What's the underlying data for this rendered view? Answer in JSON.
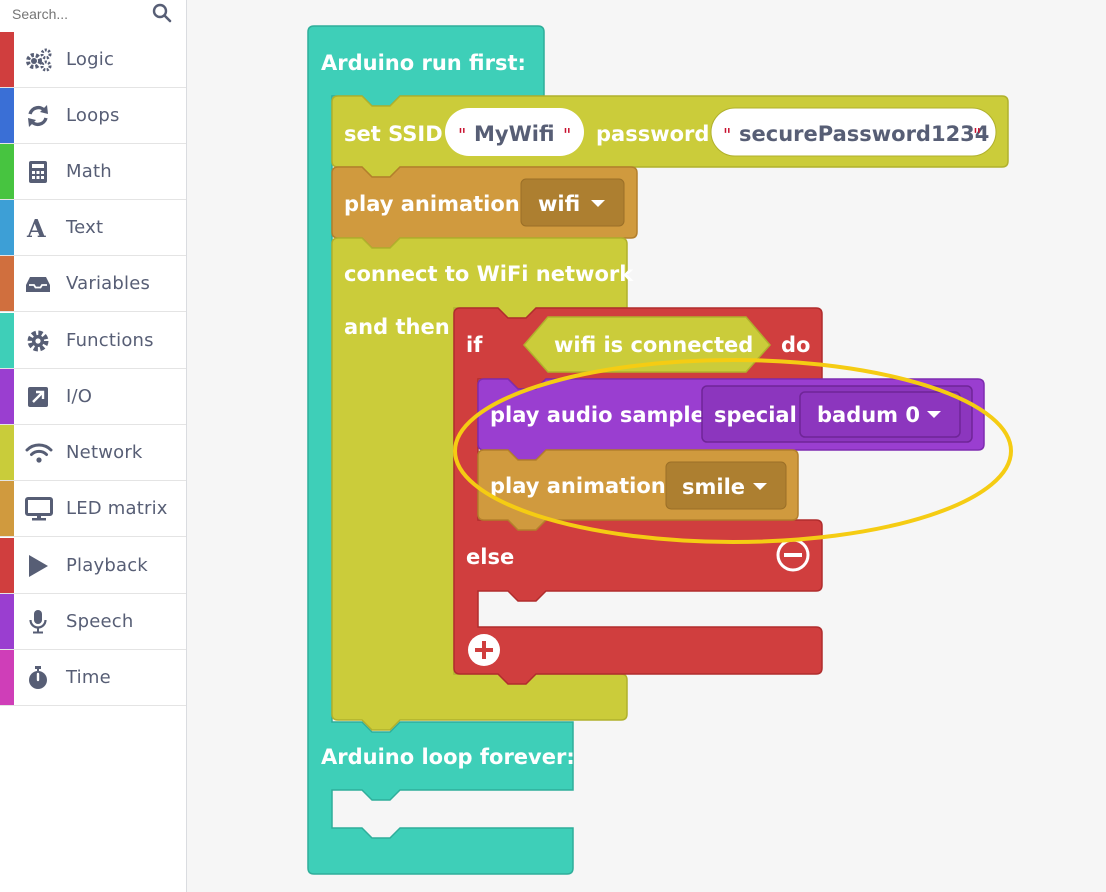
{
  "sidebar": {
    "search_placeholder": "Search...",
    "categories": [
      {
        "label": "Logic",
        "color": "#d03e3e",
        "icon": "gears-icon"
      },
      {
        "label": "Loops",
        "color": "#3a6fd6",
        "icon": "refresh-icon"
      },
      {
        "label": "Math",
        "color": "#47c440",
        "icon": "calculator-icon"
      },
      {
        "label": "Text",
        "color": "#3d9fd6",
        "icon": "text-icon"
      },
      {
        "label": "Variables",
        "color": "#d06f3e",
        "icon": "inbox-icon"
      },
      {
        "label": "Functions",
        "color": "#3ecfb8",
        "icon": "gear-icon"
      },
      {
        "label": "I/O",
        "color": "#9a3ed0",
        "icon": "external-link-icon"
      },
      {
        "label": "Network",
        "color": "#c9cc3a",
        "icon": "wifi-icon"
      },
      {
        "label": "LED matrix",
        "color": "#d09a3e",
        "icon": "monitor-icon"
      },
      {
        "label": "Playback",
        "color": "#d03e3e",
        "icon": "play-icon"
      },
      {
        "label": "Speech",
        "color": "#9a3ed0",
        "icon": "microphone-icon"
      },
      {
        "label": "Time",
        "color": "#cf3eb8",
        "icon": "stopwatch-icon"
      }
    ]
  },
  "blocks": {
    "run_first": "Arduino run first:",
    "set_ssid": "set SSID",
    "ssid_value": "MyWifi",
    "password": "password",
    "password_value": "securePassword1234",
    "play_animation": "play animation",
    "animation_wifi": "wifi",
    "connect": "connect to WiFi network",
    "and_then": "and then",
    "if": "if",
    "condition": "wifi is connected",
    "do": "do",
    "play_audio": "play audio sample",
    "special": "special",
    "badum": "badum 0",
    "play_animation_2": "play animation",
    "animation_smile": "smile",
    "else": "else",
    "loop_forever": "Arduino loop forever:",
    "quote": "\""
  },
  "colors": {
    "functions": "#3ecfb8",
    "network": "#cbcc3a",
    "led_matrix": "#d09a3e",
    "logic": "#d03e3e",
    "playback": "#9a3ed0",
    "highlight": "#f5cc13"
  }
}
